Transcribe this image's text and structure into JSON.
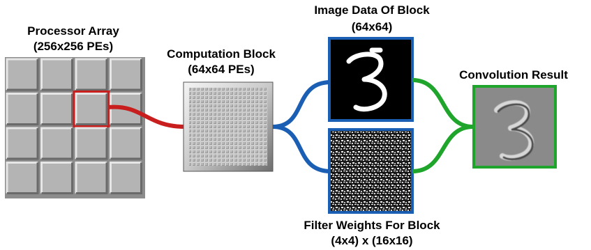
{
  "labels": {
    "processor_array_title": "Processor Array",
    "processor_array_size": "(256x256 PEs)",
    "computation_block_title": "Computation Block",
    "computation_block_size": "(64x64 PEs)",
    "image_data_title": "Image Data Of Block",
    "image_data_size": "(64x64)",
    "convolution_result_title": "Convolution Result",
    "filter_weights_title": "Filter Weights For Block",
    "filter_weights_size": "(4x4) x (16x16)"
  },
  "processor_array": {
    "rows": 4,
    "cols": 4,
    "highlight_row": 1,
    "highlight_col": 2
  },
  "colors": {
    "pe_tile": "#b4b4b4",
    "highlight": "#c81e1e",
    "connector_red": "#c81e1e",
    "connector_blue": "#1a5fb4",
    "connector_green": "#1fa52b",
    "image_frame": "#1a5fb4",
    "result_frame": "#1fa52b"
  }
}
